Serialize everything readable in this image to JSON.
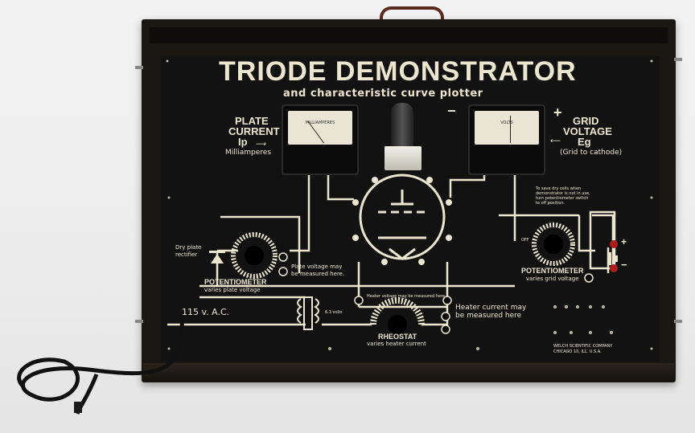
{
  "panel": {
    "title": "TRIODE DEMONSTRATOR",
    "subtitle": "and characteristic curve plotter",
    "plate_current": {
      "line1": "PLATE",
      "line2": "CURRENT",
      "symbol": "Ip",
      "unit": "Milliamperes"
    },
    "grid_voltage": {
      "line1": "GRID",
      "line2": "VOLTAGE",
      "symbol": "Eg",
      "note": "(Grid to cathode)"
    },
    "minus_sign": "−",
    "plus_sign": "+",
    "meter_left_face": "MILLIAMPERES",
    "meter_right_face": "VOLTS",
    "dry_cells_note": [
      "To save dry cells when",
      "demonstrator is not in use,",
      "turn potentiometer switch",
      "to off position."
    ],
    "dry_plate_rectifier": [
      "Dry plate",
      "rectifier"
    ],
    "plate_voltage_note": [
      "Plate voltage may",
      "be measured here."
    ],
    "potentiometer_left": {
      "title": "POTENTIOMETER",
      "caption": "varies plate voltage"
    },
    "potentiometer_right": {
      "title": "POTENTIOMETER",
      "caption": "varies grid voltage"
    },
    "heater_voltage_note": "Heater voltage may be measured here.",
    "heater_current_note": [
      "Heater current may",
      "be measured here"
    ],
    "transformer_volts": "6.3 volts",
    "ac_label": "115 v. A.C.",
    "rheostat": {
      "title": "RHEOSTAT",
      "caption": "varies heater current"
    },
    "battery_plus": "+",
    "battery_minus": "−",
    "manufacturer": [
      "WELCH SCIENTIFIC COMPANY",
      "CHICAGO 10, ILL.          U.S.A."
    ],
    "off_label": "OFF"
  },
  "colors": {
    "panel": "#121212",
    "case": "#1b1814",
    "print": "#ece6cf",
    "meter_face": "#e9e4d3",
    "handle": "#5a2a1c",
    "jack_red": "#b01c1c",
    "background": "#eeeeee"
  },
  "meters": {
    "plate_current_fraction": 0.1,
    "grid_voltage_fraction": 0.5
  }
}
